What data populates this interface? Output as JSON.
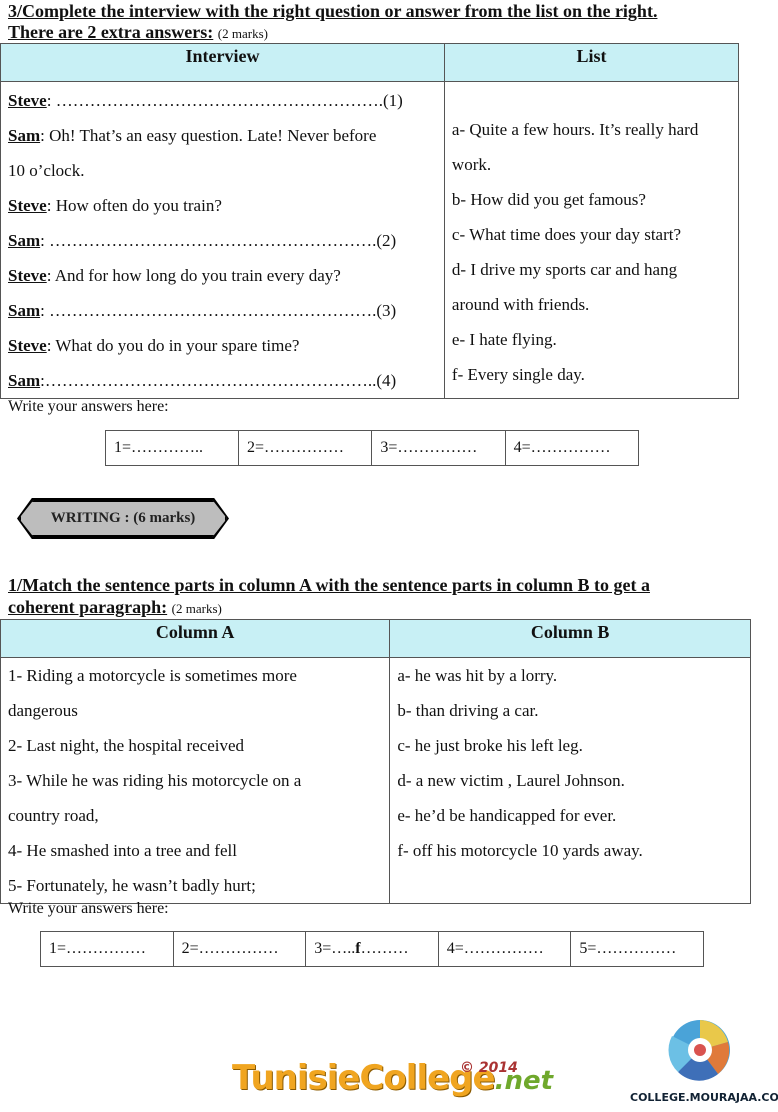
{
  "ex3": {
    "title": "3/Complete the interview with the right question or answer from the list on the right.",
    "subtitle": "There are 2 extra answers:",
    "marks": "(2 marks)",
    "col_interview": "Interview",
    "col_list": "List",
    "lines": [
      {
        "speaker": "Steve",
        "text": ": ………………………………………………….(1)"
      },
      {
        "speaker": "Sam",
        "text": ": Oh! That’s an easy question. Late! Never before"
      },
      {
        "speaker": "",
        "text": "10 o’clock."
      },
      {
        "speaker": "Steve",
        "text": ": How often do you train?"
      },
      {
        "speaker": "Sam",
        "text": ": ………………………………………………….(2)"
      },
      {
        "speaker": "Steve",
        "text": ": And for how long do you train every day?"
      },
      {
        "speaker": "Sam",
        "text": ": ………………………………………………….(3)"
      },
      {
        "speaker": "Steve",
        "text": ": What do you do in your spare time?"
      },
      {
        "speaker": "Sam",
        "text": ":…………………………………………………..(4)"
      }
    ],
    "list": [
      "a- Quite a few hours. It’s really hard",
      "work.",
      "b- How did you get famous?",
      "c- What time does your day start?",
      "d- I drive my sports car and hang",
      "around with friends.",
      "e- I hate flying.",
      "f- Every single day."
    ],
    "write_label": "Write your answers here:",
    "answers": [
      "1=…………..",
      "2=……………",
      "3=……………",
      "4=……………"
    ]
  },
  "writing": {
    "label": "WRITING :   (6 marks)"
  },
  "ex1": {
    "title": "1/Match the sentence parts in column A with the sentence parts in column B to get a",
    "subtitle": "coherent paragraph:",
    "marks": "(2 marks)",
    "col_a": "Column A",
    "col_b": "Column B",
    "a_lines": [
      "1- Riding a motorcycle is sometimes more",
      "dangerous",
      "2- Last night, the hospital received",
      "3- While he was riding his motorcycle on a",
      "country road,",
      "4- He smashed into a tree and fell",
      "5- Fortunately, he wasn’t badly hurt;"
    ],
    "b_lines": [
      "a- he was hit by a lorry.",
      "b- than driving a car.",
      "c- he just broke his left leg.",
      "d- a new victim , Laurel Johnson.",
      "e- he’d be handicapped for ever.",
      "f- off his motorcycle 10 yards away."
    ],
    "write_label": "Write your answers here:",
    "answers": [
      "1=……………",
      "2=……………",
      "3=…..",
      "4=……………",
      "5=……………"
    ],
    "answer3_letter": "f",
    "answer3_rest": "………"
  },
  "footer": {
    "logo_text": "TunisieCollege",
    "logo_net": ".net",
    "logo_year": "© 2014",
    "site": "COLLEGE.MOURAJAA.COM"
  }
}
